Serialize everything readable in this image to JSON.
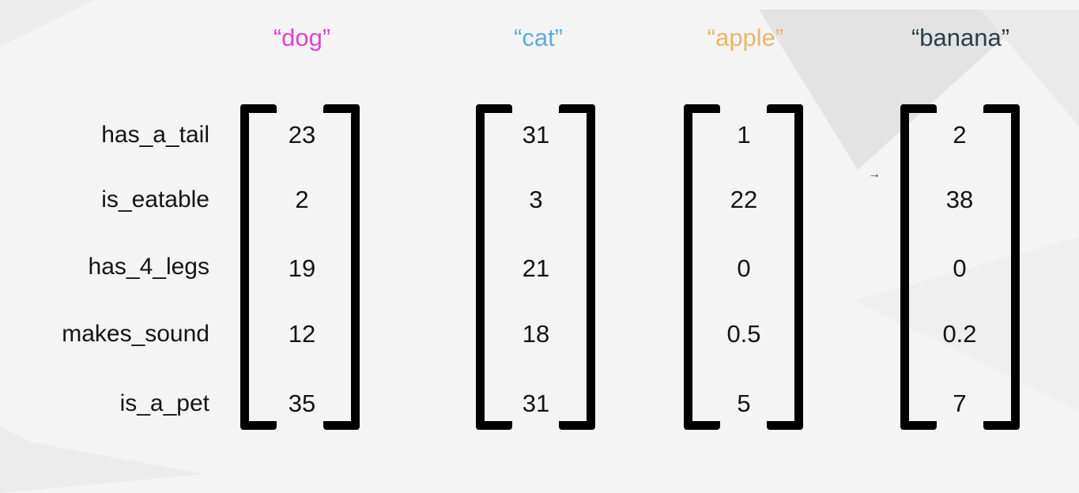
{
  "colors": {
    "dog": "#e040d6",
    "cat": "#5aacdc",
    "apple": "#eeb468",
    "banana": "#2b3e4a",
    "bracket": "#000000",
    "text": "#141414"
  },
  "features": [
    "has_a_tail",
    "is_eatable",
    "has_4_legs",
    "makes_sound",
    "is_a_pet"
  ],
  "vectors": [
    {
      "word": "“dog”",
      "values": [
        "23",
        "2",
        "19",
        "12",
        "35"
      ]
    },
    {
      "word": "“cat”",
      "values": [
        "31",
        "3",
        "21",
        "18",
        "31"
      ]
    },
    {
      "word": "“apple”",
      "values": [
        "1",
        "22",
        "0",
        "0.5",
        "5"
      ]
    },
    {
      "word": "“banana”",
      "values": [
        "2",
        "38",
        "0",
        "0.2",
        "7"
      ]
    }
  ],
  "icons": {
    "cursor": "arrow-cursor-icon"
  }
}
